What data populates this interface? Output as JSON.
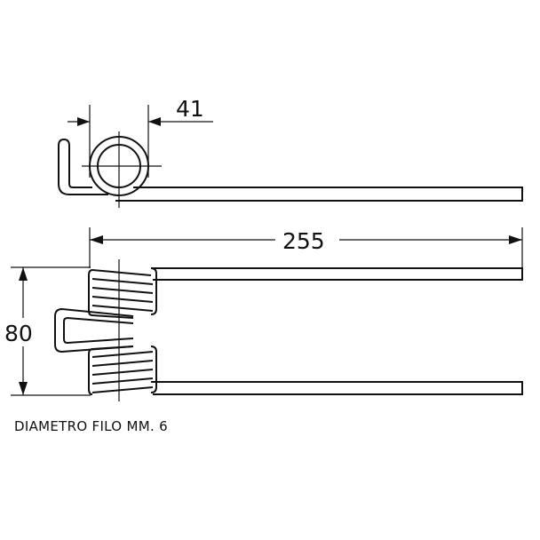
{
  "dimensions": {
    "coil_diameter": "41",
    "total_length": "255",
    "height": "80"
  },
  "note": "DIAMETRO FILO MM. 6"
}
